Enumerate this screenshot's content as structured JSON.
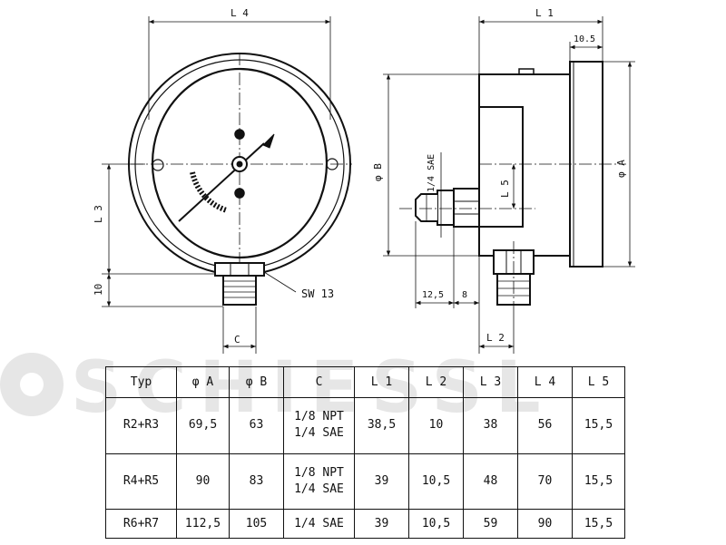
{
  "watermark": {
    "text": "SCHIESSL",
    "color": "#e6e6e6"
  },
  "dimensions": {
    "front": {
      "L4": "L 4",
      "L3": "L 3",
      "ten": "10",
      "C": "C",
      "SW": "SW 13"
    },
    "side": {
      "L1": "L 1",
      "ten_five": "10.5",
      "phiB": "φ B",
      "sae": "1/4 SAE",
      "L5": "L 5",
      "phiA": "φ A",
      "twelve_five": "12,5",
      "eight": "8",
      "L2": "L 2"
    }
  },
  "table": {
    "headers": [
      "Typ",
      "φ A",
      "φ B",
      "C",
      "L 1",
      "L 2",
      "L 3",
      "L 4",
      "L 5"
    ],
    "rows": [
      {
        "typ": "R2+R3",
        "a": "69,5",
        "b": "63",
        "c1": "1/8 NPT",
        "c2": "1/4 SAE",
        "l1": "38,5",
        "l2": "10",
        "l3": "38",
        "l4": "56",
        "l5": "15,5"
      },
      {
        "typ": "R4+R5",
        "a": "90",
        "b": "83",
        "c1": "1/8 NPT",
        "c2": "1/4 SAE",
        "l1": "39",
        "l2": "10,5",
        "l3": "48",
        "l4": "70",
        "l5": "15,5"
      },
      {
        "typ": "R6+R7",
        "a": "112,5",
        "b": "105",
        "c1": "1/4 SAE",
        "c2": "",
        "l1": "39",
        "l2": "10,5",
        "l3": "59",
        "l4": "90",
        "l5": "15,5"
      }
    ]
  }
}
